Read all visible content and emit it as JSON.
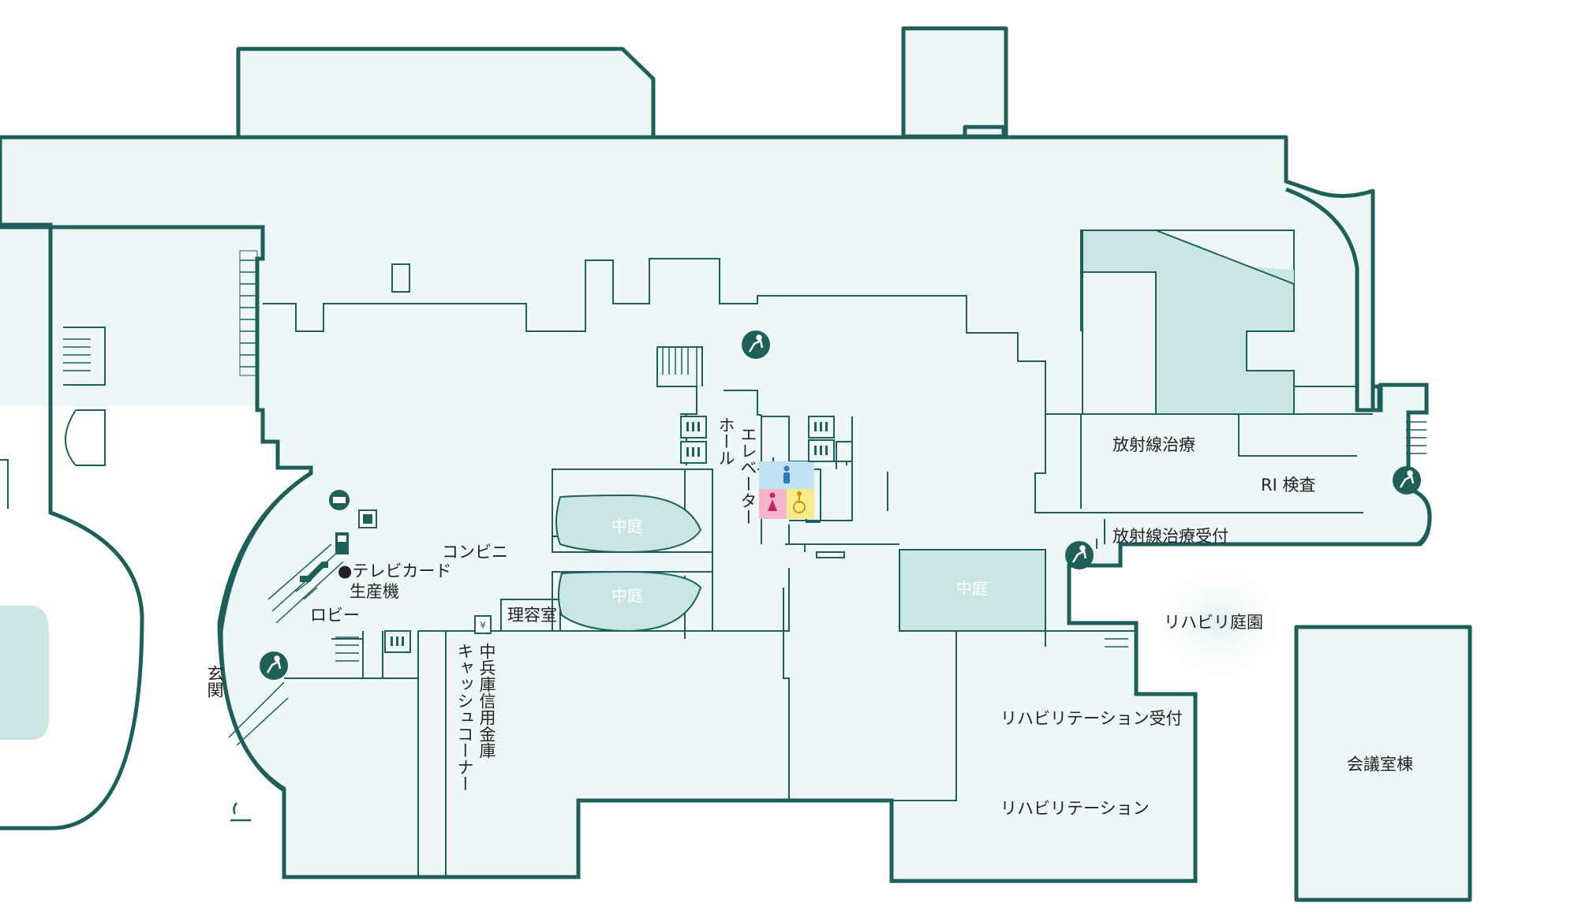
{
  "labels": {
    "radiotherapy": "放射線治療",
    "ri_exam": "RI 検査",
    "radiotherapy_reception": "放射線治療受付",
    "rehab_garden": "リハビリ庭園",
    "conference_building": "会議室棟",
    "rehab_reception": "リハビリテーション受付",
    "rehabilitation": "リハビリテーション",
    "courtyard": "中庭",
    "convenience_store": "コンビニ",
    "tv_card_line1": "●テレビカード",
    "tv_card_line2": "生産機",
    "lobby": "ロビー",
    "barber": "理容室",
    "elevator_hall_col1": "エレベーター",
    "elevator_hall_col2": "ホール",
    "entrance": "玄関",
    "bank_col1": "中兵庫信用金庫",
    "bank_col2": "キャッシュコーナー"
  },
  "colors": {
    "wall": "#1e5f5a",
    "floor": "#eef7f7",
    "courtyard": "#c9e6e4",
    "restroom_male": "#bfe3f2",
    "restroom_female": "#f5b6cc",
    "restroom_accessible": "#f7e98c",
    "garden_glow": "#dfeff0"
  },
  "icons": [
    "emergency-exit-icon",
    "elevator-icon",
    "restroom-male-icon",
    "restroom-female-icon",
    "accessible-restroom-icon",
    "telephone-icon",
    "atm-icon",
    "locker-icon",
    "vending-machine-icon",
    "escalator-icon",
    "smoking-area-icon"
  ]
}
